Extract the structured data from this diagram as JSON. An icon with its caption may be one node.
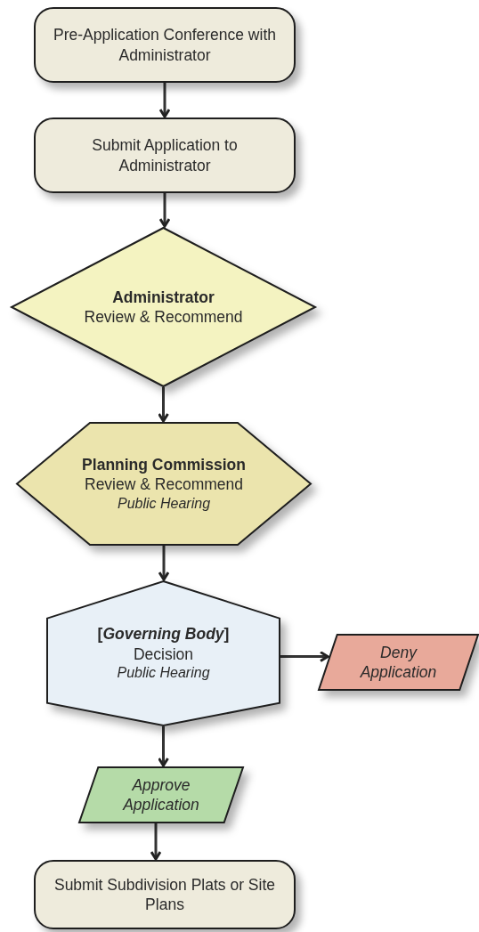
{
  "diagram": {
    "nodes": [
      {
        "text": [
          "Pre-Application Conference with Administrator"
        ]
      },
      {
        "text": [
          "Submit Application to Administrator"
        ]
      },
      {
        "text": [
          "Administrator",
          "Review & Recommend"
        ]
      },
      {
        "text": [
          "Planning Commission",
          "Review & Recommend",
          "Public Hearing"
        ]
      },
      {
        "text": [
          "[*Governing Body*]",
          "Decision",
          "Public Hearing"
        ]
      },
      {
        "text": [
          "Deny Application"
        ]
      },
      {
        "text": [
          "Approve Application"
        ]
      },
      {
        "text": [
          "Submit Subdivision Plats or Site Plans"
        ]
      }
    ],
    "edges": [
      {
        "from": 0,
        "to": 1,
        "arrow": "to"
      },
      {
        "from": 1,
        "to": 2,
        "arrow": "to"
      },
      {
        "from": 2,
        "to": 3,
        "arrow": "to"
      },
      {
        "from": 3,
        "to": 4,
        "arrow": "to"
      },
      {
        "from": 4,
        "to": 5,
        "arrow": "to"
      },
      {
        "from": 4,
        "to": 6,
        "arrow": "to"
      },
      {
        "from": 6,
        "to": 7,
        "arrow": "to"
      }
    ]
  }
}
